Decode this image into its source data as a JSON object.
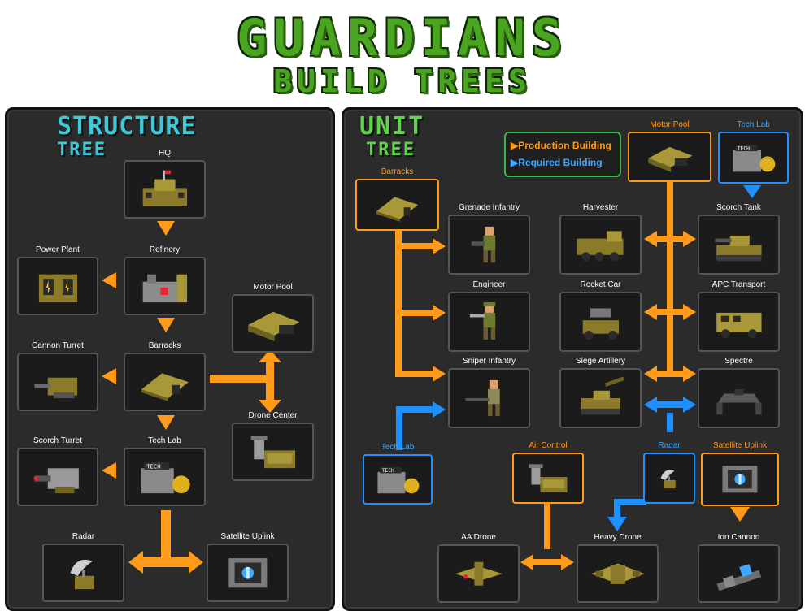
{
  "header": {
    "title": "GUARDIANS",
    "subtitle": "BUILD TREES"
  },
  "colors": {
    "production": "#ff9a1a",
    "required": "#1e90ff",
    "title_green": "#4aa620",
    "structure_cyan": "#3ec8d8",
    "unit_green": "#5fd34a"
  },
  "structure_tree": {
    "title_line1": "STRUCTURE",
    "title_line2": "TREE",
    "nodes": {
      "hq": {
        "label": "HQ",
        "icon": "hq-building-icon"
      },
      "refinery": {
        "label": "Refinery",
        "icon": "refinery-icon"
      },
      "power_plant": {
        "label": "Power Plant",
        "icon": "power-plant-icon"
      },
      "barracks": {
        "label": "Barracks",
        "icon": "barracks-icon"
      },
      "cannon_turret": {
        "label": "Cannon Turret",
        "icon": "cannon-turret-icon"
      },
      "motor_pool": {
        "label": "Motor Pool",
        "icon": "motor-pool-icon"
      },
      "drone_center": {
        "label": "Drone Center",
        "icon": "drone-center-icon"
      },
      "tech_lab": {
        "label": "Tech Lab",
        "icon": "tech-lab-icon"
      },
      "scorch_turret": {
        "label": "Scorch Turret",
        "icon": "scorch-turret-icon"
      },
      "radar": {
        "label": "Radar",
        "icon": "radar-icon"
      },
      "satellite_uplink": {
        "label": "Satellite Uplink",
        "icon": "satellite-uplink-icon"
      }
    }
  },
  "unit_tree": {
    "title_line1": "UNIT",
    "title_line2": "TREE",
    "legend": {
      "production": "Production Building",
      "required": "Required Building"
    },
    "nodes": {
      "barracks": {
        "label": "Barracks",
        "icon": "barracks-icon"
      },
      "motor_pool": {
        "label": "Motor Pool",
        "icon": "motor-pool-icon"
      },
      "tech_lab_top": {
        "label": "Tech Lab",
        "icon": "tech-lab-icon"
      },
      "grenade_infantry": {
        "label": "Grenade Infantry",
        "icon": "grenade-infantry-icon"
      },
      "harvester": {
        "label": "Harvester",
        "icon": "harvester-icon"
      },
      "scorch_tank": {
        "label": "Scorch Tank",
        "icon": "scorch-tank-icon"
      },
      "engineer": {
        "label": "Engineer",
        "icon": "engineer-icon"
      },
      "rocket_car": {
        "label": "Rocket Car",
        "icon": "rocket-car-icon"
      },
      "apc_transport": {
        "label": "APC Transport",
        "icon": "apc-transport-icon"
      },
      "sniper_infantry": {
        "label": "Sniper Infantry",
        "icon": "sniper-infantry-icon"
      },
      "siege_artillery": {
        "label": "Siege Artillery",
        "icon": "siege-artillery-icon"
      },
      "spectre": {
        "label": "Spectre",
        "icon": "spectre-icon"
      },
      "tech_lab_bottom": {
        "label": "Tech Lab",
        "icon": "tech-lab-icon"
      },
      "air_control": {
        "label": "Air Control",
        "icon": "air-control-icon"
      },
      "radar": {
        "label": "Radar",
        "icon": "radar-icon"
      },
      "satellite_uplink": {
        "label": "Satellite Uplink",
        "icon": "satellite-uplink-icon"
      },
      "aa_drone": {
        "label": "AA Drone",
        "icon": "aa-drone-icon"
      },
      "heavy_drone": {
        "label": "Heavy Drone",
        "icon": "heavy-drone-icon"
      },
      "ion_cannon": {
        "label": "Ion Cannon",
        "icon": "ion-cannon-icon"
      }
    }
  }
}
